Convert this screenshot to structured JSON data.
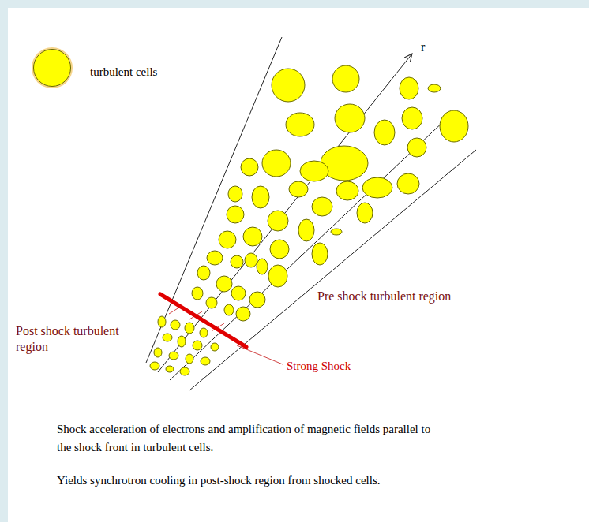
{
  "diagram": {
    "caption": "Shock acceleration of electrons and amplification of magnetic fields parallel to the shock front in turbulent cells.",
    "labels": [
      "r",
      "Pre shock turbulent region",
      "Post shock turbulent region",
      "Strong Shock",
      "Yields synchrotron cooling in post-shock region from shocked cells."
    ],
    "legend": [
      {
        "text": "turbulent cells",
        "color": "#ffff00"
      }
    ]
  }
}
